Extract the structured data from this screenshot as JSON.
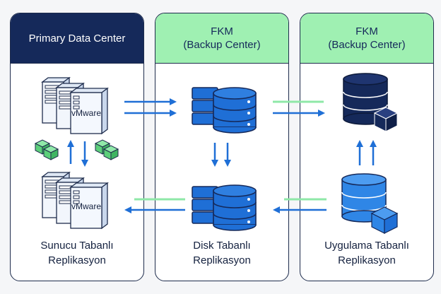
{
  "panels": [
    {
      "title_line1": "Primary Data Center",
      "title_line2": "",
      "footer_line1": "Sunucu Tabanlı",
      "footer_line2": "Replikasyon"
    },
    {
      "title_line1": "FKM",
      "title_line2": "(Backup Center)",
      "footer_line1": "Disk Tabanlı",
      "footer_line2": "Replikasyon"
    },
    {
      "title_line1": "FKM",
      "title_line2": "(Backup Center)",
      "footer_line1": "Uygulama Tabanlı",
      "footer_line2": "Replikasyon"
    }
  ],
  "server_brand": "vMware",
  "colors": {
    "navy": "#15295a",
    "blue": "#1f6fd6",
    "light_blue": "#3b8fe8",
    "green_header": "#9ff0b2",
    "green_arrow": "#8fe8a8",
    "cube_green": "#5ccf7a"
  }
}
